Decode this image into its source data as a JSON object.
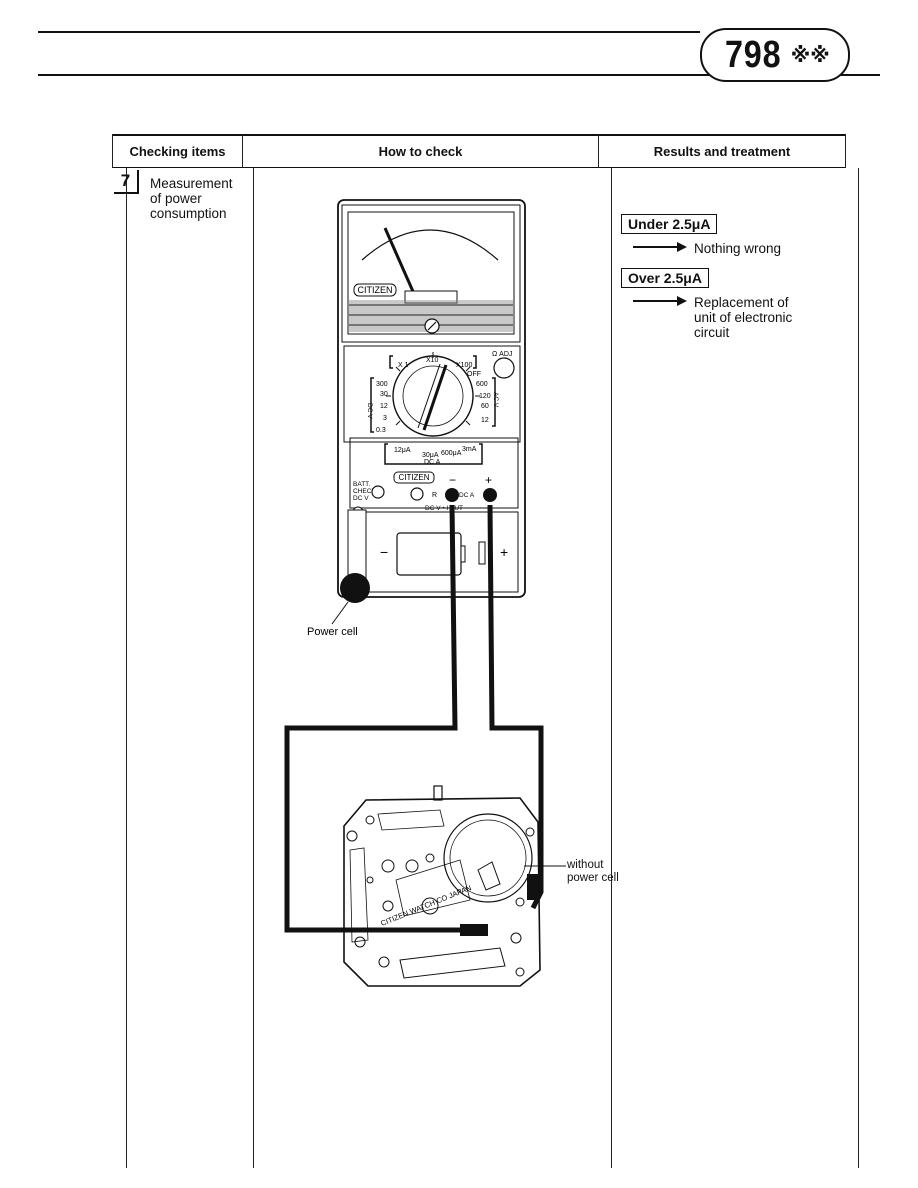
{
  "header": {
    "model_number": "798",
    "model_suffix": "※※"
  },
  "table": {
    "columns": [
      "Checking items",
      "How to check",
      "Results and treatment"
    ],
    "row": {
      "step": "7",
      "checking_item": "Measurement of power consumption"
    }
  },
  "illustration": {
    "meter_brand": "CITIZEN",
    "panel_brand": "CITIZEN",
    "ohm_adj": "Ω ADJ",
    "range_labels": {
      "x1": "X 1",
      "x10": "X10",
      "x100": "X100",
      "off": "OFF",
      "dcv": [
        "300",
        "30",
        "12",
        "3",
        "0.3"
      ],
      "dcv_label": "DC V",
      "acv": [
        "600",
        "120",
        "60",
        "12"
      ],
      "acv_label": "AC V",
      "dca": [
        "12μA",
        "30μA",
        "600μA",
        "3mA"
      ],
      "dca_label": "DC A"
    },
    "batt_check": [
      "BATT.",
      "CHECK",
      "DC V"
    ],
    "minus": "−",
    "plus": "+",
    "terminal_r": "R",
    "terminal_dca": "DC A",
    "terminal_input": "DC V • I PUT",
    "cell_minus": "−",
    "cell_plus": "+",
    "power_cell_label": "Power cell",
    "without_cell_label": "without power cell",
    "movement_text": "CITIZEN WATCH CO JAPAN"
  },
  "results": [
    {
      "condition": "Under 2.5μA",
      "treatment": "Nothing wrong"
    },
    {
      "condition": "Over 2.5μA",
      "treatment": "Replacement of unit of electronic circuit"
    }
  ]
}
